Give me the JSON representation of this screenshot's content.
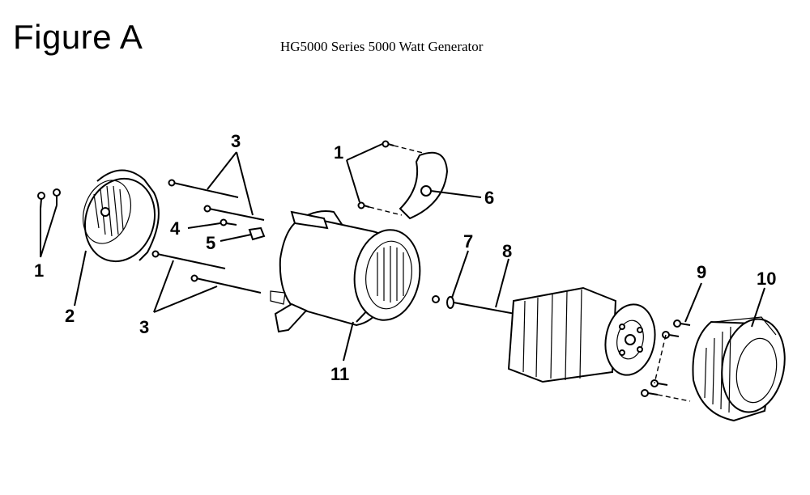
{
  "figure_label": "Figure A",
  "subtitle": "HG5000 Series 5000 Watt Generator",
  "callouts": {
    "c1_left": "1",
    "c1_top": "1",
    "c2": "2",
    "c3_top": "3",
    "c3_bottom": "3",
    "c4": "4",
    "c5": "5",
    "c6": "6",
    "c7": "7",
    "c8": "8",
    "c9": "9",
    "c10": "10",
    "c11": "11"
  }
}
